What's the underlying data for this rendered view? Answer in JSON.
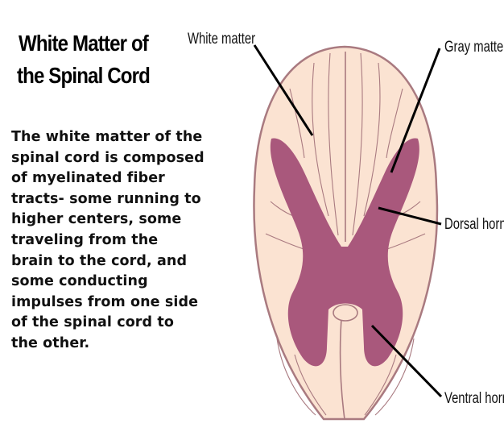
{
  "title": {
    "line1": "White Matter of",
    "line2": "the Spinal Cord"
  },
  "description": "The white matter of the spinal cord is composed of myelinated fiber tracts- some running to higher centers, some traveling from the brain to the cord, and some conducting impulses from one side of the spinal cord to the other.",
  "labels": {
    "white_matter": "White matter",
    "gray_matter": "Gray matter",
    "dorsal_horn": "Dorsal horn",
    "ventral_horn": "Ventral horn"
  },
  "colors": {
    "white_matter": "#fbe3d2",
    "gray_matter": "#a9587c",
    "outline": "#a97a80",
    "leader_line": "#000000"
  }
}
